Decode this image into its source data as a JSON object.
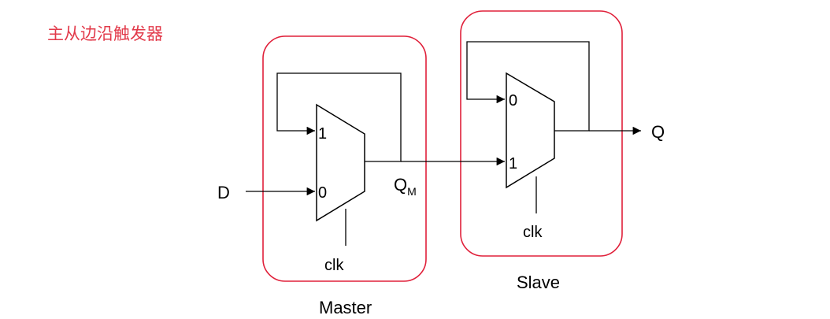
{
  "title": "主从边沿触发器",
  "colors": {
    "title": "#e23a4a",
    "box": "#e0203a",
    "wire": "#000000"
  },
  "labels": {
    "input_d": "D",
    "output_q": "Q",
    "qm": "Q",
    "qm_sub": "M",
    "master_clk": "clk",
    "slave_clk": "clk",
    "master": "Master",
    "slave": "Slave",
    "master_in1": "1",
    "master_in0": "0",
    "slave_in0": "0",
    "slave_in1": "1"
  }
}
